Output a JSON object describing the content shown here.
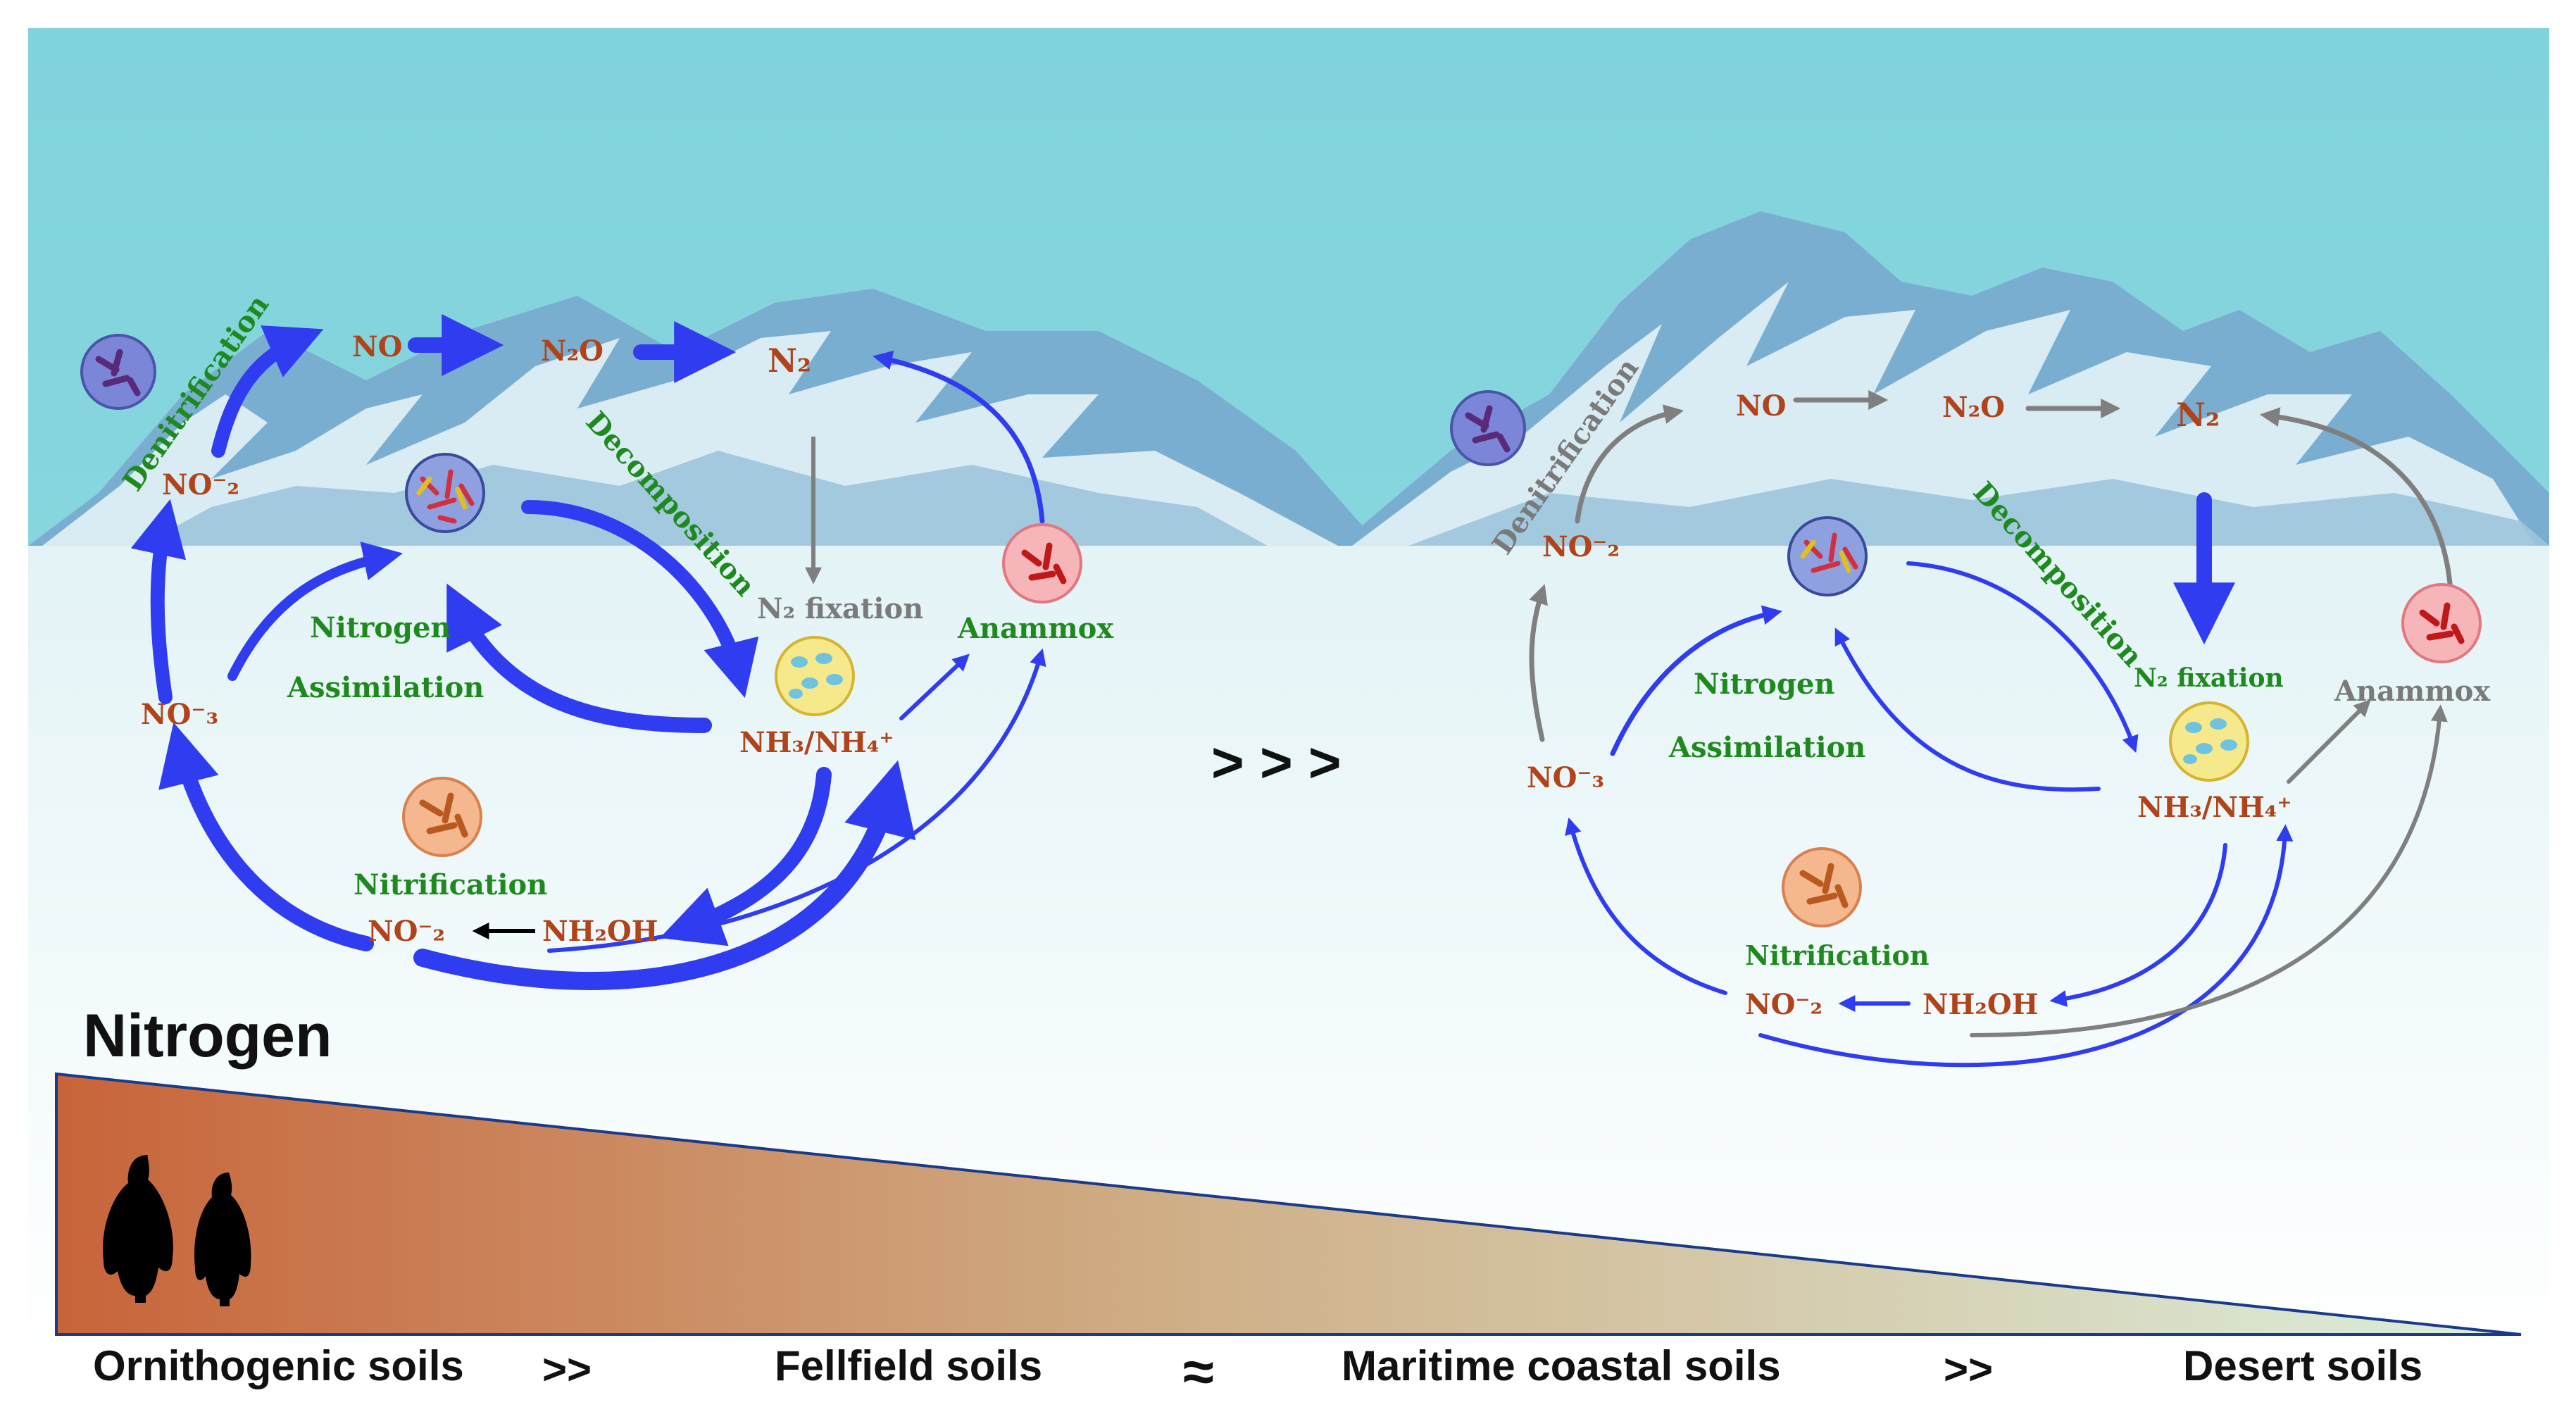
{
  "left_cycle": {
    "no_top": "NO",
    "n2o": "N₂O",
    "n2": "N₂",
    "no2_top": "NO⁻₂",
    "no3": "NO⁻₃",
    "nh3": "NH₃/NH₄⁺",
    "nh2oh": "NH₂OH",
    "no2_bottom": "NO⁻₂",
    "denitrification": "Denitrification",
    "decomposition": "Decomposition",
    "nitrogen": "Nitrogen",
    "assimilation": "Assimilation",
    "n2_fixation": "N₂ fixation",
    "anammox": "Anammox",
    "nitrification": "Nitrification"
  },
  "right_cycle": {
    "no_top": "NO",
    "n2o": "N₂O",
    "n2": "N₂",
    "no2_top": "NO⁻₂",
    "no3": "NO⁻₃",
    "nh3": "NH₃/NH₄⁺",
    "nh2oh": "NH₂OH",
    "no2_bottom": "NO⁻₂",
    "denitrification": "Denitrification",
    "decomposition": "Decomposition",
    "nitrogen": "Nitrogen",
    "assimilation": "Assimilation",
    "n2_fixation": "N₂ fixation",
    "anammox": "Anammox",
    "nitrification": "Nitrification"
  },
  "comparison": "> > >",
  "gradient_title": "Nitrogen",
  "soils": {
    "ornithogenic": "Ornithogenic soils",
    "sep1": ">>",
    "fellfield": "Fellfield soils",
    "sep2": "≈",
    "maritime": "Maritime coastal soils",
    "sep3": ">>",
    "desert": "Desert soils"
  },
  "colors": {
    "sky": "#7fd3dc",
    "mountain": "#7aaed0",
    "snow": "#eaf6f9",
    "arrow_blue": "#2f3cf0",
    "arrow_grey": "#7f7f7f",
    "label_green": "#1e8a1e",
    "label_brown": "#b0431a",
    "gradient_start": "#c8643a",
    "gradient_end": "#d8ecd8"
  },
  "icons": [
    "denitrifier-microbe-icon",
    "decomposer-microbe-icon",
    "nitrogen-fixer-microbe-icon",
    "anammox-microbe-icon",
    "nitrifier-microbe-icon",
    "penguin-icon"
  ]
}
